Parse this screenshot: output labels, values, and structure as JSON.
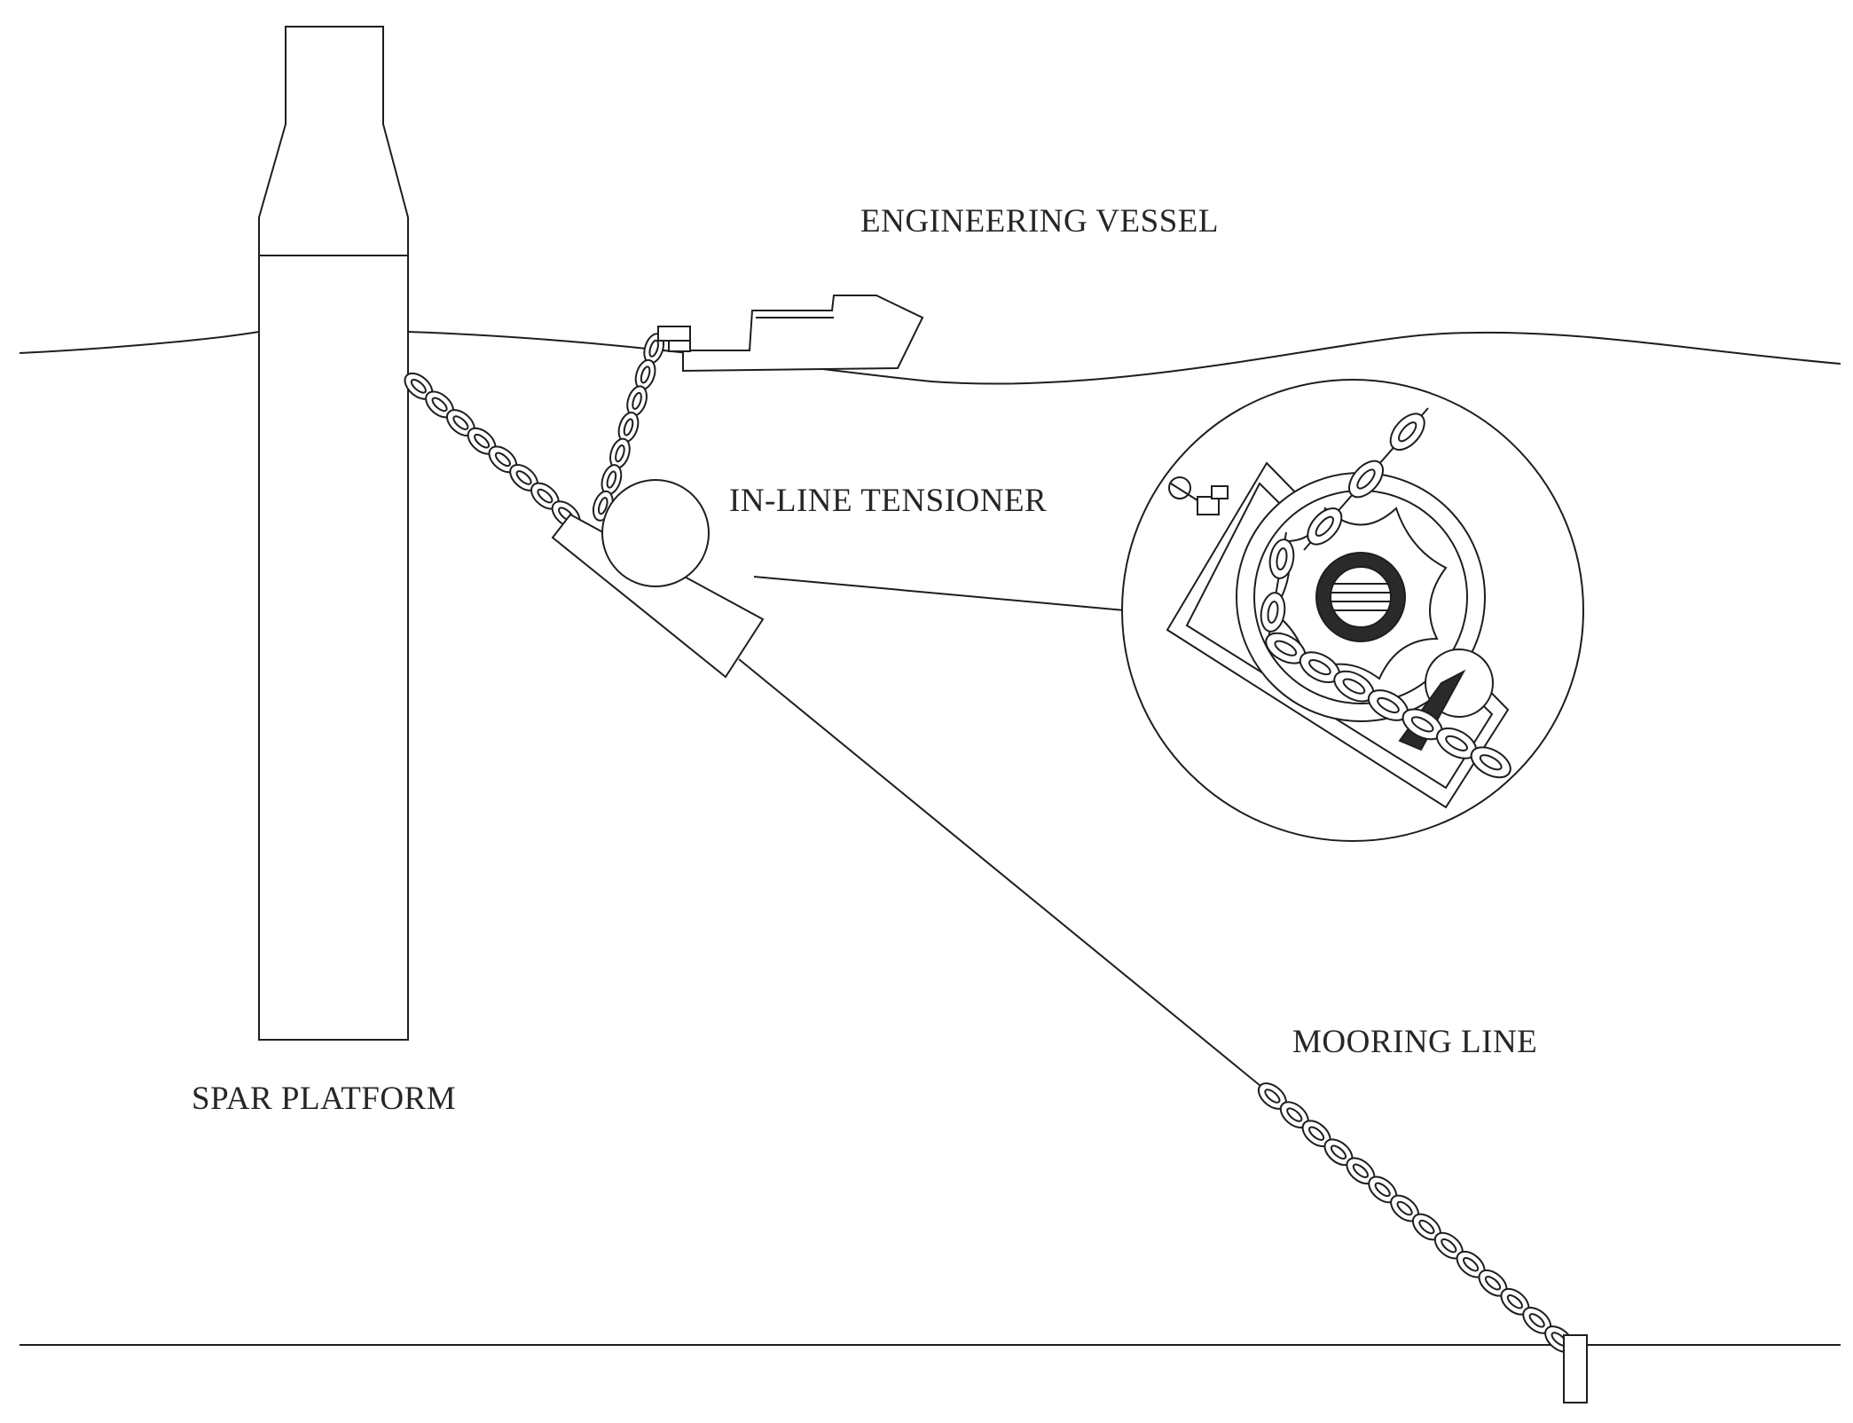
{
  "labels": {
    "engineering_vessel": "ENGINEERING VESSEL",
    "in_line_tensioner": "IN-LINE TENSIONER",
    "mooring_line": "MOORING LINE",
    "spar_platform": "SPAR PLATFORM"
  },
  "colors": {
    "line": "#1e1e1e",
    "text": "#262626",
    "background": "#ffffff"
  }
}
